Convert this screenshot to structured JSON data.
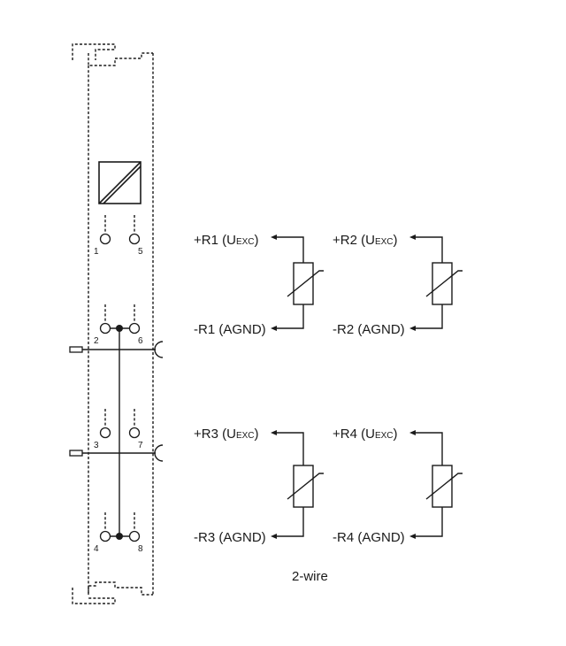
{
  "terminals": [
    "1",
    "5",
    "2",
    "6",
    "3",
    "7",
    "4",
    "8"
  ],
  "channels": [
    {
      "plus_main": "+R1 (U",
      "plus_sub": "EXC",
      "plus_close": ")",
      "minus": "-R1 (AGND)"
    },
    {
      "plus_main": "+R2 (U",
      "plus_sub": "EXC",
      "plus_close": ")",
      "minus": "-R2 (AGND)"
    },
    {
      "plus_main": "+R3 (U",
      "plus_sub": "EXC",
      "plus_close": ")",
      "minus": "-R3 (AGND)"
    },
    {
      "plus_main": "+R4 (U",
      "plus_sub": "EXC",
      "plus_close": ")",
      "minus": "-R4 (AGND)"
    }
  ],
  "caption": "2-wire",
  "colors": {
    "line": "#1a1a1a",
    "background": "#ffffff"
  }
}
